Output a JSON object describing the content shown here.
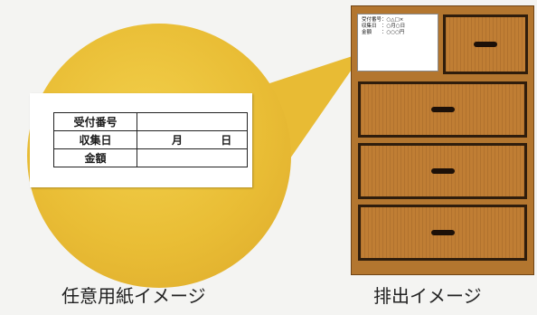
{
  "paper_form": {
    "rows": [
      {
        "label": "受付番号",
        "value_month": "",
        "value_day": ""
      },
      {
        "label": "収集日",
        "value_month": "月",
        "value_day": "日"
      },
      {
        "label": "金額",
        "value_month": "",
        "value_day": ""
      }
    ]
  },
  "receipt": {
    "lines": [
      "受付番号：○△□×",
      "収集日　：○月○日",
      "金額　　：○○○円"
    ]
  },
  "captions": {
    "left": "任意用紙イメージ",
    "right": "排出イメージ"
  },
  "colors": {
    "zoom_circle": "#e9bd35",
    "cabinet_wood": "#c07e34",
    "drawer_border": "#2f1d0c"
  }
}
